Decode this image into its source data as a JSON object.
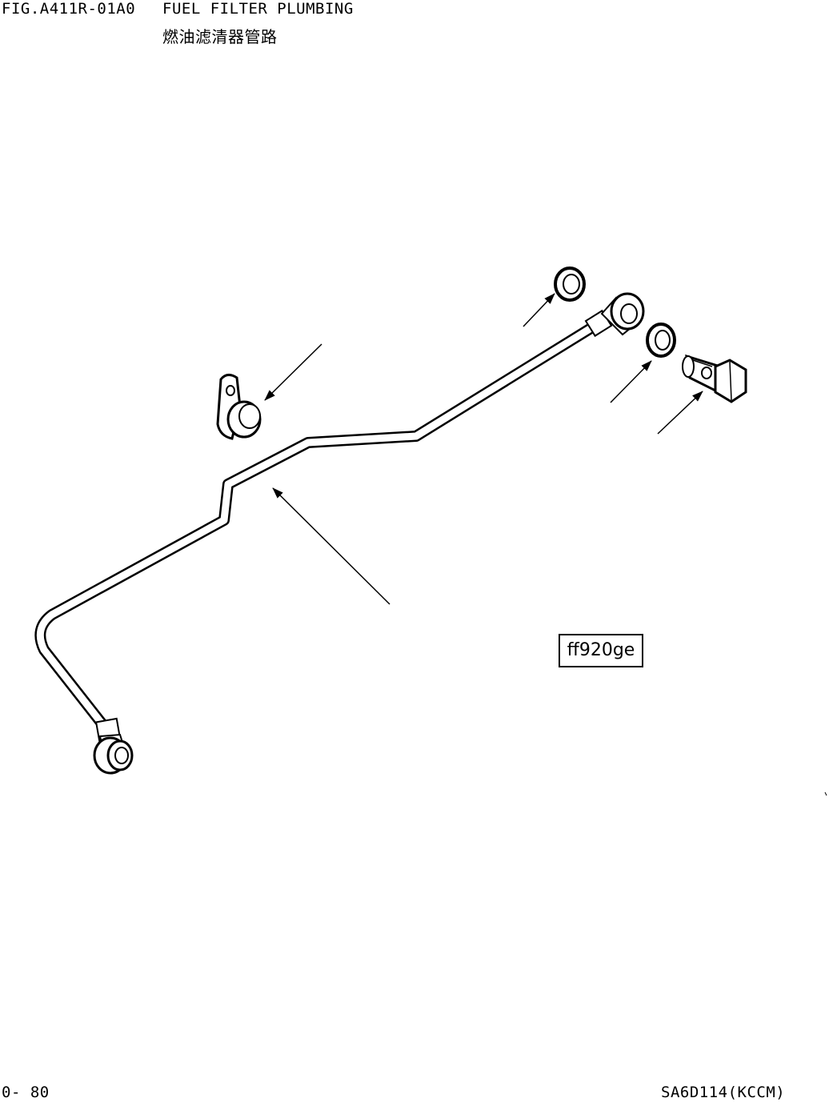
{
  "header": {
    "figure_number": "FIG.A411R-01A0",
    "title_en": "FUEL FILTER PLUMBING",
    "title_cn": "燃油滤清器管路"
  },
  "drawing": {
    "reference_code": "ff920ge",
    "parts": [
      "fuel-pipe",
      "pipe-clamp",
      "upper-gasket",
      "lower-gasket",
      "banjo-bolt"
    ]
  },
  "footer": {
    "page_number": "0- 80",
    "model": "SA6D114(KCCM)"
  }
}
